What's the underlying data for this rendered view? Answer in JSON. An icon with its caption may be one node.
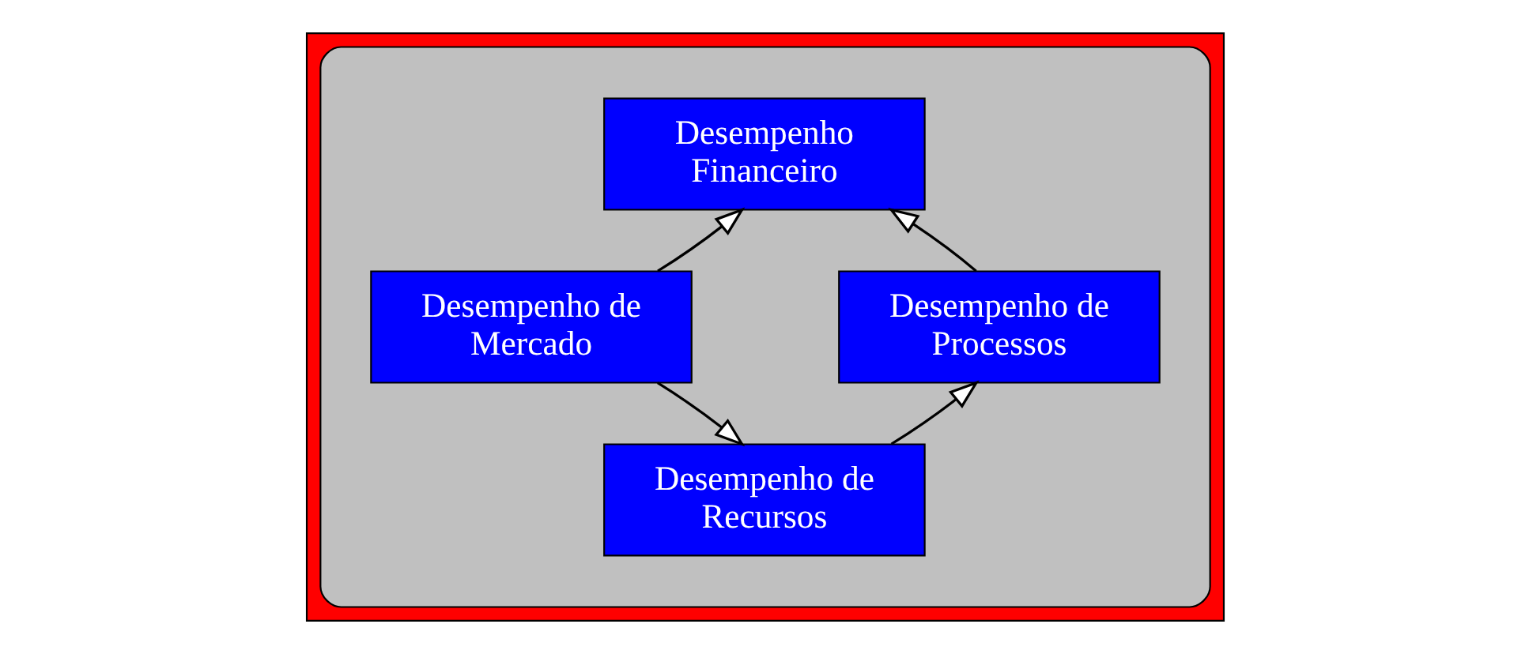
{
  "diagram": {
    "nodes": [
      {
        "text": [],
        "shape": "box"
      },
      {
        "text": [],
        "shape": "ellipse",
        "in": 0
      },
      {
        "text": [
          "Desempenho Financeiro"
        ],
        "in": 1
      },
      {
        "text": [
          "Desempenho de Mercado"
        ],
        "in": 1
      },
      {
        "text": [
          "Desempenho de Processos"
        ],
        "in": 1
      },
      {
        "text": [
          "Desempenho de Recursos"
        ],
        "in": 1
      }
    ],
    "edges": [
      {
        "from": 3,
        "to": 2,
        "arrow": "to"
      },
      {
        "from": 4,
        "to": 2,
        "arrow": "to"
      },
      {
        "from": 5,
        "to": 4,
        "arrow": "to"
      },
      {
        "from": 3,
        "to": 5,
        "arrow": "to"
      }
    ]
  }
}
